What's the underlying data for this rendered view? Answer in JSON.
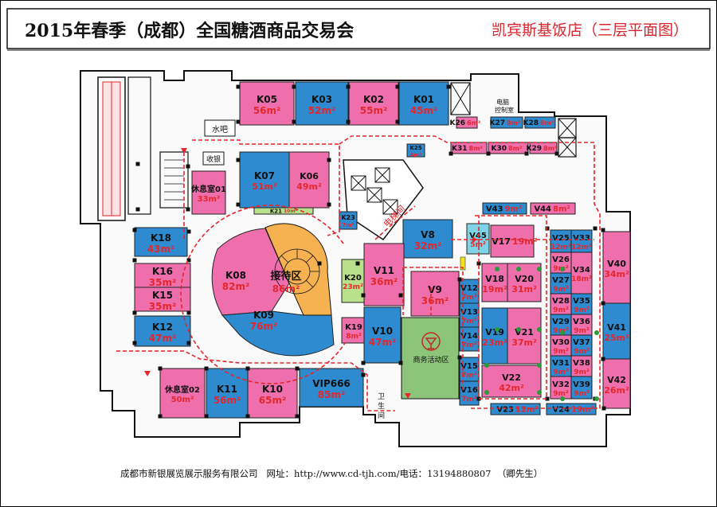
{
  "header": {
    "title": "2015年春季（成都）全国糖酒商品交易会",
    "subtitle": "凯宾斯基饭店（三层平面图）"
  },
  "footer": {
    "company": "成都市新银展览展示服务有限公司",
    "site_label": "网址：",
    "url": "http://www.cd-tjh.com",
    "phone_label": "/电话：",
    "phone": "13194880807",
    "contact": "（卿先生）"
  },
  "labels": {
    "water_bar": "水吧",
    "cashier": "收银",
    "elevator": "电梯间",
    "control_room": "电脑\n控制室",
    "business_area": "商务活动区",
    "restroom": "卫\n生\n间",
    "reception_name": "接待区",
    "reception_area": "86m²"
  },
  "colors": {
    "pink": "#ee6fac",
    "blue": "#2f8bd0",
    "orange": "#f6b251",
    "green": "#8cc47a",
    "lightgreen": "#b9e08b",
    "cyan": "#7fd3e6",
    "route": "#e5262c",
    "area_text": "#e5262c",
    "name_text": "#111111"
  },
  "booths": [
    {
      "id": "K05",
      "area": "56m²",
      "color": "pink"
    },
    {
      "id": "K03",
      "area": "52m²",
      "color": "blue"
    },
    {
      "id": "K02",
      "area": "55m²",
      "color": "pink"
    },
    {
      "id": "K01",
      "area": "45m²",
      "color": "blue"
    },
    {
      "id": "K26",
      "area": "6m²",
      "color": "pink"
    },
    {
      "id": "K27",
      "area": "8m²",
      "color": "blue"
    },
    {
      "id": "K28",
      "area": "8m²",
      "color": "blue"
    },
    {
      "id": "K31",
      "area": "8m²",
      "color": "pink"
    },
    {
      "id": "K30",
      "area": "8m²",
      "color": "pink"
    },
    {
      "id": "K29",
      "area": "8m²",
      "color": "pink"
    },
    {
      "id": "K25",
      "area": "4m²",
      "color": "blue"
    },
    {
      "id": "K07",
      "area": "51m²",
      "color": "blue"
    },
    {
      "id": "K06",
      "area": "49m²",
      "color": "pink"
    },
    {
      "id": "K21",
      "area": "10m²",
      "color": "lightgreen"
    },
    {
      "id": "K23",
      "area": "7m²",
      "color": "blue"
    },
    {
      "id": "休息室01",
      "area": "33m²",
      "color": "pink"
    },
    {
      "id": "K18",
      "area": "43m²",
      "color": "blue"
    },
    {
      "id": "K16",
      "area": "35m²",
      "color": "pink"
    },
    {
      "id": "K15",
      "area": "35m²",
      "color": "pink"
    },
    {
      "id": "K12",
      "area": "47m²",
      "color": "blue"
    },
    {
      "id": "K08",
      "area": "82m²",
      "color": "pink"
    },
    {
      "id": "K09",
      "area": "76m²",
      "color": "blue"
    },
    {
      "id": "K20",
      "area": "23m²",
      "color": "lightgreen"
    },
    {
      "id": "K19",
      "area": "8m²",
      "color": "pink"
    },
    {
      "id": "V8",
      "area": "32m²",
      "color": "blue"
    },
    {
      "id": "V11",
      "area": "36m²",
      "color": "pink"
    },
    {
      "id": "V9",
      "area": "36m²",
      "color": "pink"
    },
    {
      "id": "V10",
      "area": "47m²",
      "color": "blue"
    },
    {
      "id": "V12",
      "area": "7m²",
      "color": "blue"
    },
    {
      "id": "V13",
      "area": "7m²",
      "color": "blue"
    },
    {
      "id": "V14",
      "area": "7m²",
      "color": "blue"
    },
    {
      "id": "V15",
      "area": "7m²",
      "color": "blue"
    },
    {
      "id": "V16",
      "area": "7m²",
      "color": "blue"
    },
    {
      "id": "休息室02",
      "area": "50m²",
      "color": "pink"
    },
    {
      "id": "K11",
      "area": "56m²",
      "color": "blue"
    },
    {
      "id": "K10",
      "area": "65m²",
      "color": "pink"
    },
    {
      "id": "VIP666",
      "area": "85m²",
      "color": "blue"
    },
    {
      "id": "V43",
      "area": "9m²",
      "color": "blue"
    },
    {
      "id": "V44",
      "area": "8m²",
      "color": "pink"
    },
    {
      "id": "V45",
      "area": "5m²",
      "color": "cyan"
    },
    {
      "id": "V17",
      "area": "19m²",
      "color": "pink"
    },
    {
      "id": "V18",
      "area": "19m²",
      "color": "pink"
    },
    {
      "id": "V20",
      "area": "31m²",
      "color": "pink"
    },
    {
      "id": "V19",
      "area": "23m²",
      "color": "blue"
    },
    {
      "id": "V21",
      "area": "37m²",
      "color": "pink"
    },
    {
      "id": "V22",
      "area": "42m²",
      "color": "pink"
    },
    {
      "id": "V23",
      "area": "12m²",
      "color": "blue"
    },
    {
      "id": "V24",
      "area": "19m²",
      "color": "blue"
    },
    {
      "id": "V25",
      "area": "12m²",
      "color": "blue"
    },
    {
      "id": "V33",
      "area": "12m²",
      "color": "blue"
    },
    {
      "id": "V26",
      "area": "9m²",
      "color": "pink"
    },
    {
      "id": "V27",
      "area": "9m²",
      "color": "blue"
    },
    {
      "id": "V34",
      "area": "18m²",
      "color": "pink"
    },
    {
      "id": "V28",
      "area": "9m²",
      "color": "pink"
    },
    {
      "id": "V35",
      "area": "9m²",
      "color": "blue"
    },
    {
      "id": "V29",
      "area": "9m²",
      "color": "blue"
    },
    {
      "id": "V36",
      "area": "9m²",
      "color": "pink"
    },
    {
      "id": "V30",
      "area": "9m²",
      "color": "pink"
    },
    {
      "id": "V37",
      "area": "9m²",
      "color": "blue"
    },
    {
      "id": "V31",
      "area": "9m²",
      "color": "blue"
    },
    {
      "id": "V38",
      "area": "9m²",
      "color": "pink"
    },
    {
      "id": "V32",
      "area": "9m²",
      "color": "pink"
    },
    {
      "id": "V39",
      "area": "9m²",
      "color": "blue"
    },
    {
      "id": "V40",
      "area": "34m²",
      "color": "pink"
    },
    {
      "id": "V41",
      "area": "25m²",
      "color": "blue"
    },
    {
      "id": "V42",
      "area": "26m²",
      "color": "pink"
    }
  ]
}
